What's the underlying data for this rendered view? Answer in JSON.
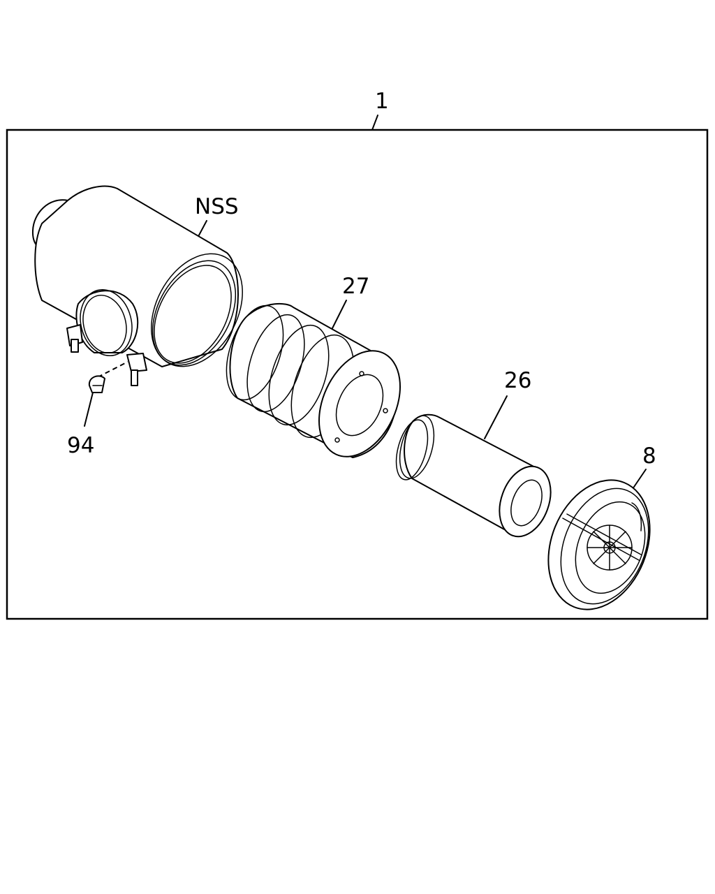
{
  "diagram": {
    "callouts": {
      "assembly": "1",
      "housing": "NSS",
      "outer_filter": "27",
      "inner_filter": "26",
      "end_cover": "8",
      "clamp": "94"
    }
  },
  "colors": {
    "line": "#000000",
    "background": "#ffffff"
  }
}
